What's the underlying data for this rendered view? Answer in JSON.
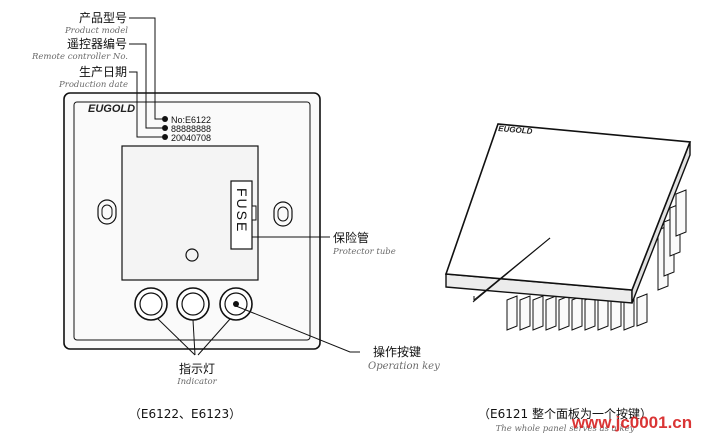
{
  "front_view": {
    "logo": "EUGOLD",
    "label_product_model_cn": "产品型号",
    "label_product_model_en": "Product model",
    "label_remote_no_cn": "遥控器编号",
    "label_remote_no_en": "Remote controller No.",
    "label_production_date_cn": "生产日期",
    "label_production_date_en": "Production date",
    "value_model": "No:E6122",
    "value_remote_no": "88888888",
    "value_date": "20040708",
    "fuse_text": "FUSE",
    "label_protector_cn": "保险管",
    "label_protector_en": "Protector tube",
    "label_operation_cn": "操作按键",
    "label_operation_en": "Operation key",
    "label_indicator_cn": "指示灯",
    "label_indicator_en": "Indicator",
    "caption": "（E6122、E6123）"
  },
  "side_view": {
    "logo": "EUGOLD",
    "caption_cn": "（E6121 整个面板为一个按键）",
    "caption_en": "The whole panel serves as a key"
  },
  "watermark": "www.jc0001.cn"
}
